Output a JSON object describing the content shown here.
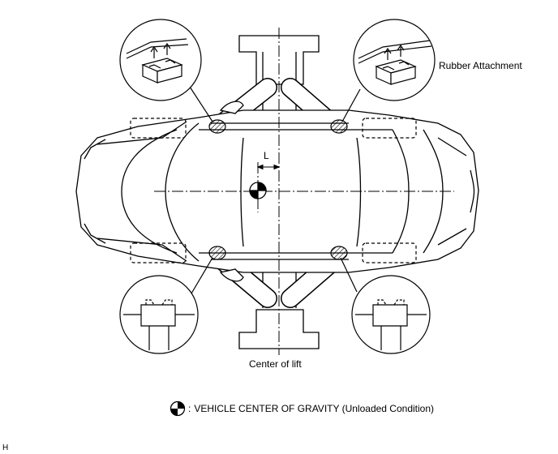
{
  "labels": {
    "rubber_attachment": "Rubber Attachment",
    "distance": "L",
    "center_of_lift": "Center of lift",
    "legend_separator": ":",
    "legend_text": "VEHICLE CENTER OF GRAVITY (Unloaded Condition)",
    "figure_code": "H"
  },
  "icons": {
    "center_of_gravity": "center-of-gravity-icon",
    "rubber_attachment_block": "rubber-block-icon",
    "lift_pad": "lift-pad-icon"
  },
  "colors": {
    "line": "#000000",
    "background": "#ffffff"
  }
}
